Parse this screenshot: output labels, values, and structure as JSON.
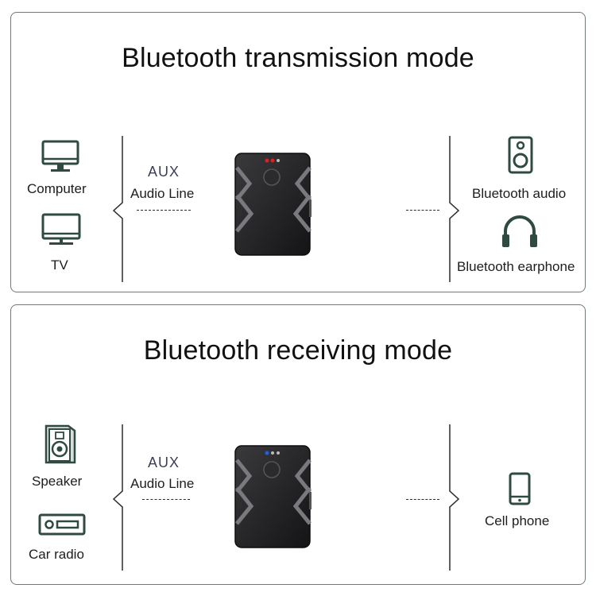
{
  "transmission": {
    "title": "Bluetooth transmission mode",
    "left_items": [
      {
        "label": "Computer",
        "icon": "monitor-icon"
      },
      {
        "label": "TV",
        "icon": "tv-icon"
      }
    ],
    "aux_label": "AUX",
    "line_label": "Audio Line",
    "right_items": [
      {
        "label": "Bluetooth audio",
        "icon": "speaker-icon"
      },
      {
        "label": "Bluetooth earphone",
        "icon": "headphones-icon"
      }
    ],
    "led_color": "#e02020"
  },
  "receiving": {
    "title": "Bluetooth receiving mode",
    "left_items": [
      {
        "label": "Speaker",
        "icon": "loudspeaker-icon"
      },
      {
        "label": "Car radio",
        "icon": "car-radio-icon"
      }
    ],
    "aux_label": "AUX",
    "line_label": "Audio Line",
    "right_items": [
      {
        "label": "Cell phone",
        "icon": "phone-icon"
      }
    ],
    "led_color": "#2060e0"
  },
  "colors": {
    "icon": "#2f4a42",
    "border": "#6f7a76",
    "device_body": "#2a2a2c"
  }
}
